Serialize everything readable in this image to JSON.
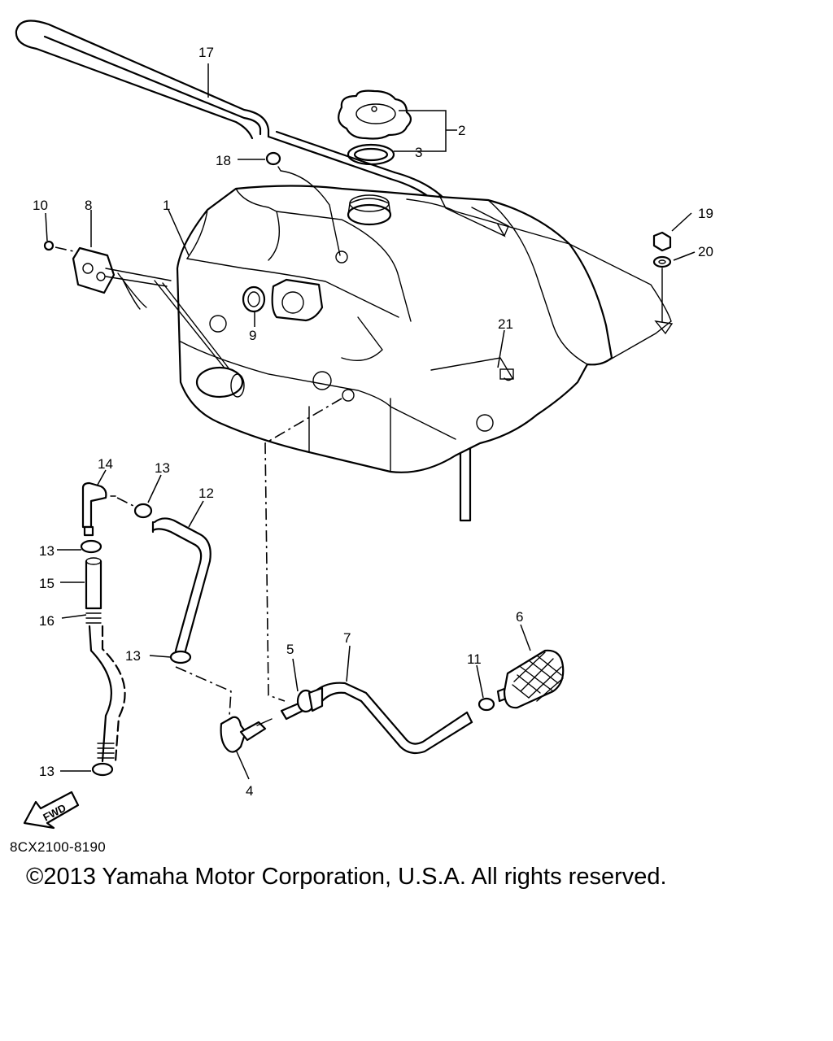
{
  "callouts": {
    "c1": "1",
    "c2": "2",
    "c3": "3",
    "c4": "4",
    "c5": "5",
    "c6": "6",
    "c7": "7",
    "c8": "8",
    "c9": "9",
    "c10": "10",
    "c11": "11",
    "c12": "12",
    "c13a": "13",
    "c13b": "13",
    "c13c": "13",
    "c13d": "13",
    "c14": "14",
    "c15": "15",
    "c16": "16",
    "c17": "17",
    "c18": "18",
    "c19": "19",
    "c20": "20",
    "c21": "21"
  },
  "fwd_label": "FWD",
  "diagram_code": "8CX2100-8190",
  "copyright": "©2013 Yamaha Motor Corporation, U.S.A. All rights reserved."
}
